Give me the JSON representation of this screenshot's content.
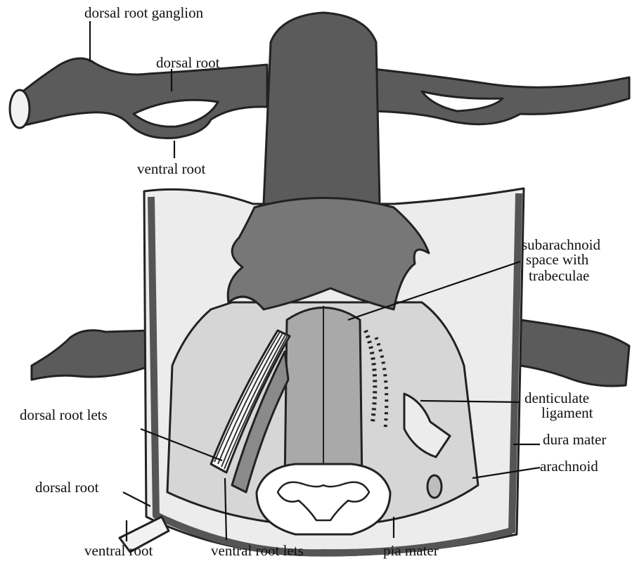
{
  "colors": {
    "dark_tissue": "#5b5b5b",
    "mid_tissue": "#777777",
    "pale_tissue": "#d6d6d6",
    "dura_inner": "#ececec",
    "cord_fill": "#a9a9a9",
    "white_matter": "#ffffff",
    "outline": "#222222"
  },
  "labels": {
    "dorsal_root_ganglion": "dorsal root ganglion",
    "dorsal_root_top": "dorsal root",
    "ventral_root_top": "ventral root",
    "subarachnoid_line1": "subarachnoid",
    "subarachnoid_line2": "space with",
    "subarachnoid_line3": "trabeculae",
    "denticulate_line1": "denticulate",
    "denticulate_line2": "ligament",
    "dura_mater": "dura mater",
    "arachnoid": "arachnoid",
    "dorsal_rootlets": "dorsal root lets",
    "dorsal_root_bottom": "dorsal root",
    "ventral_root_bottom": "ventral root",
    "ventral_rootlets": "ventral root lets",
    "pia_mater": "pia mater"
  }
}
